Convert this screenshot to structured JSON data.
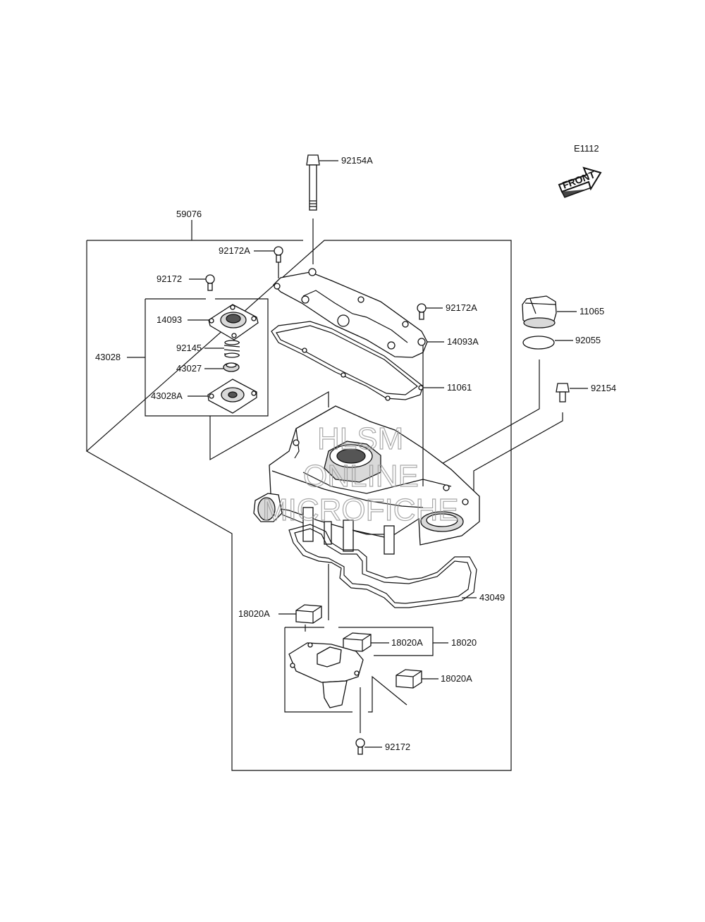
{
  "diagram_code": "E1112",
  "front_arrow": {
    "label": "FRONT",
    "icon": "front-arrow-icon"
  },
  "watermark": [
    "HLSM",
    "ONLINE",
    "MICROFICHE"
  ],
  "part_labels": {
    "p92154A": "92154A",
    "p59076": "59076",
    "p92172A_top": "92172A",
    "p92172_left": "92172",
    "p14093": "14093",
    "p43028": "43028",
    "p92145": "92145",
    "p43027": "43027",
    "p43028A": "43028A",
    "p92172A_right": "92172A",
    "p14093A": "14093A",
    "p11061": "11061",
    "p11065": "11065",
    "p92055": "92055",
    "p92154": "92154",
    "p43049": "43049",
    "p18020A_left": "18020A",
    "p18020A_mid": "18020A",
    "p18020": "18020",
    "p18020A_right": "18020A",
    "p92172_bottom": "92172"
  }
}
